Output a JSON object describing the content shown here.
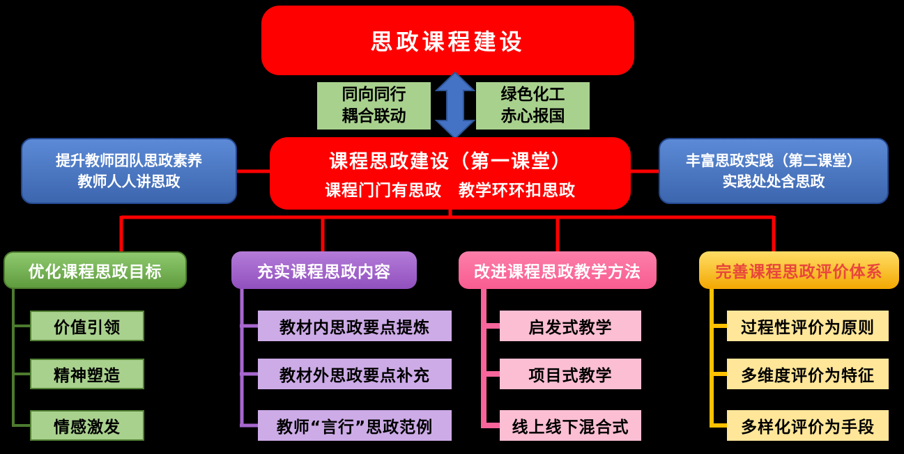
{
  "colors": {
    "background": "#000000",
    "primary_red": "#FF0000",
    "blue_node": "#4472C4",
    "blue_border": "#24478F",
    "light_green": "#A9D18E",
    "green_header": "#70AD47",
    "green_line": "#4C7B2E",
    "purple_header": "#A263CB",
    "light_purple": "#CDABE7",
    "pink_header": "#F85C90",
    "light_pink": "#FBBED3",
    "gold_header": "#FFC000",
    "light_gold": "#FFE699",
    "gold_header_text": "#E8463C"
  },
  "root": {
    "label": "思政课程建设"
  },
  "coupling_left": {
    "line1": "同向同行",
    "line2": "耦合联动"
  },
  "coupling_right": {
    "line1": "绿色化工",
    "line2": "赤心报国"
  },
  "center": {
    "line1": "课程思政建设（第一课堂）",
    "line2": "课程门门有思政　教学环环扣思政"
  },
  "left_node": {
    "line1": "提升教师团队思政素养",
    "line2": "教师人人讲思政"
  },
  "right_node": {
    "line1": "丰富思政实践（第二课堂）",
    "line2": "实践处处含思政"
  },
  "branches": [
    {
      "title": "优化课程思政目标",
      "accent": "#70AD47",
      "items": [
        "价值引领",
        "精神塑造",
        "情感激发"
      ]
    },
    {
      "title": "充实课程思政内容",
      "accent": "#A767CF",
      "items": [
        "教材内思政要点提炼",
        "教材外思政要点补充",
        "教师“言行”思政范例"
      ]
    },
    {
      "title": "改进课程思政教学方法",
      "accent": "#F7659B",
      "items": [
        "启发式教学",
        "项目式教学",
        "线上线下混合式"
      ]
    },
    {
      "title": "完善课程思政评价体系",
      "accent": "#FFC000",
      "items": [
        "过程性评价为原则",
        "多维度评价为特征",
        "多样化评价为手段"
      ]
    }
  ]
}
